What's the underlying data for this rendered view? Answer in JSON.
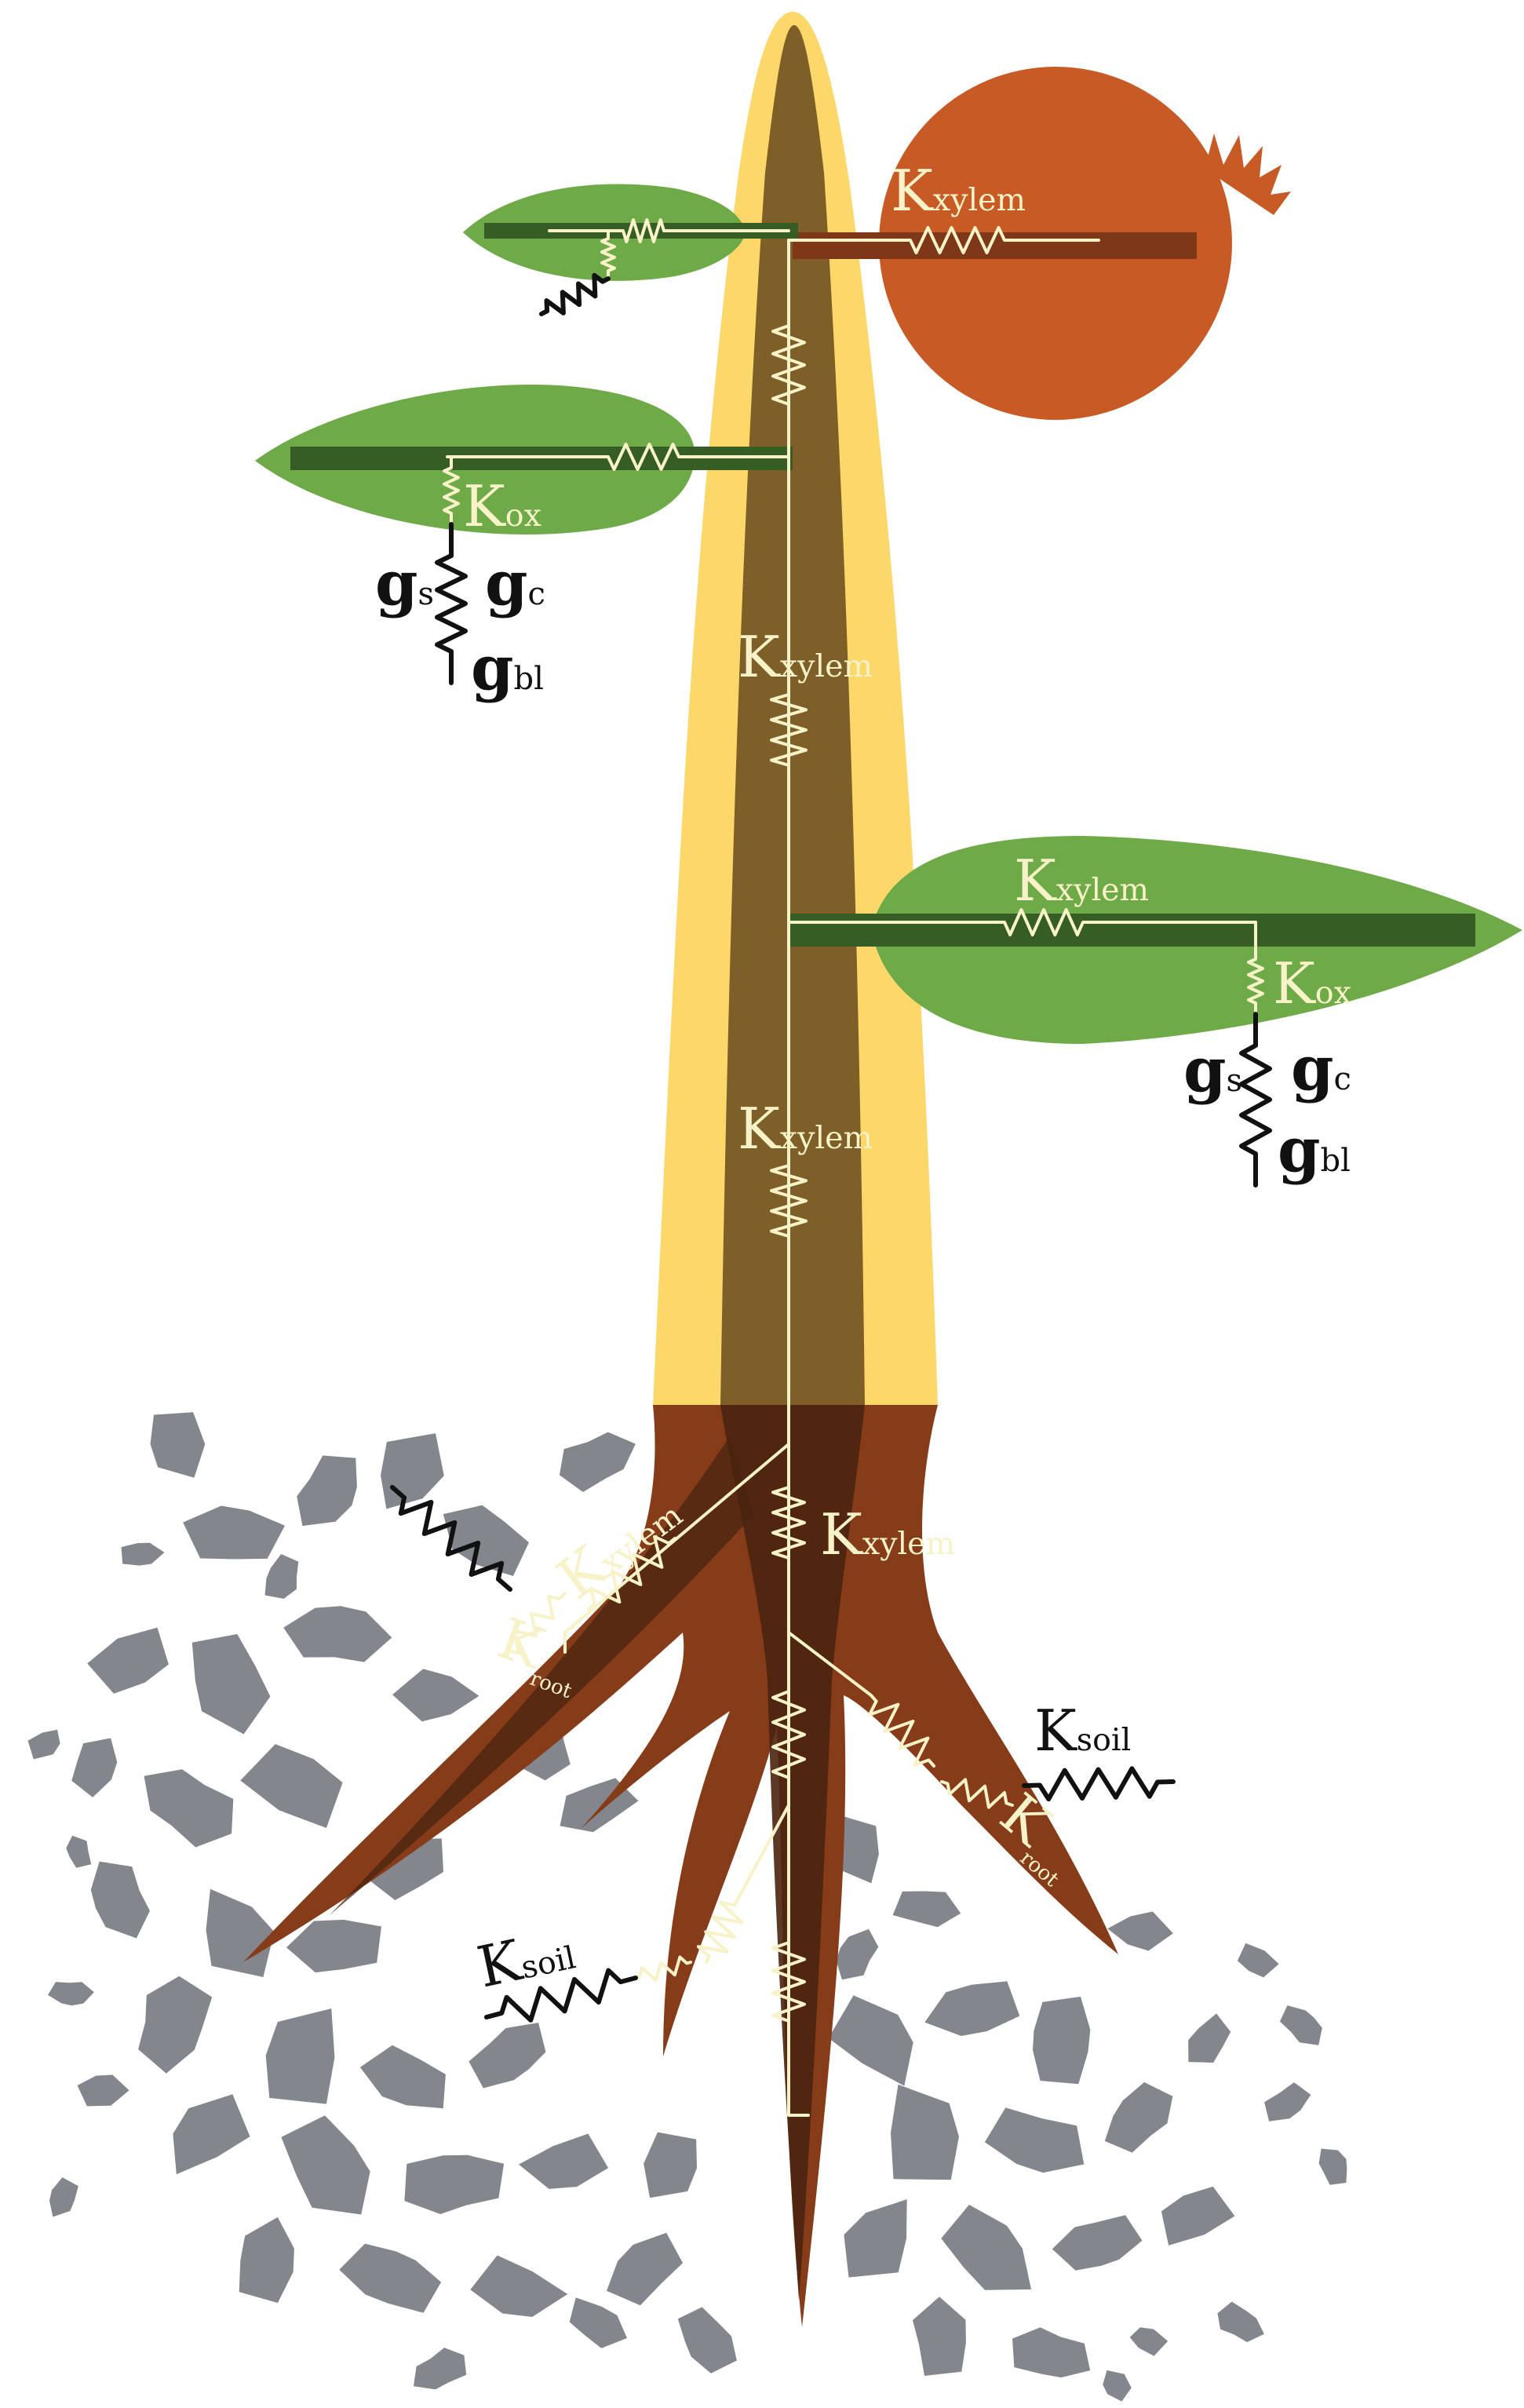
{
  "colors": {
    "bark": "#fcd86a",
    "stem": "#7d5f27",
    "stem_core": "#5c3f16",
    "root": "#873c19",
    "root_core": "#4a2410",
    "leaf": "#6faa48",
    "leaf_vein": "#355d24",
    "fruit": "#c85b25",
    "fruit_vein": "#7e3717",
    "rock": "#83878d",
    "path": "#f7f2c8",
    "ink": "#111111"
  },
  "labels": {
    "k": "K",
    "g": "g",
    "xylem": "xylem",
    "ox": "ox",
    "root": "root",
    "soil": "soil",
    "s": "s",
    "c": "c",
    "bl": "bl"
  },
  "components": [
    {
      "id": "fruit-xylem",
      "symbol": "K",
      "sub": "xylem"
    },
    {
      "id": "stem-upper-xylem",
      "symbol": "K",
      "sub": "xylem"
    },
    {
      "id": "upper-leaf-ox",
      "symbol": "K",
      "sub": "ox"
    },
    {
      "id": "upper-leaf-gs",
      "symbol": "g",
      "sub": "s"
    },
    {
      "id": "upper-leaf-gc",
      "symbol": "g",
      "sub": "c"
    },
    {
      "id": "upper-leaf-gbl",
      "symbol": "g",
      "sub": "bl"
    },
    {
      "id": "right-leaf-xylem",
      "symbol": "K",
      "sub": "xylem"
    },
    {
      "id": "right-leaf-ox",
      "symbol": "K",
      "sub": "ox"
    },
    {
      "id": "right-leaf-gs",
      "symbol": "g",
      "sub": "s"
    },
    {
      "id": "right-leaf-gc",
      "symbol": "g",
      "sub": "c"
    },
    {
      "id": "right-leaf-gbl",
      "symbol": "g",
      "sub": "bl"
    },
    {
      "id": "stem-lower-xylem",
      "symbol": "K",
      "sub": "xylem"
    },
    {
      "id": "left-root-xylem",
      "symbol": "K",
      "sub": "xylem"
    },
    {
      "id": "left-root-root",
      "symbol": "K",
      "sub": "root"
    },
    {
      "id": "main-root-xylem",
      "symbol": "K",
      "sub": "xylem"
    },
    {
      "id": "right-root-soil",
      "symbol": "K",
      "sub": "soil"
    },
    {
      "id": "right-root-root",
      "symbol": "K",
      "sub": "root"
    },
    {
      "id": "lower-root-soil",
      "symbol": "K",
      "sub": "soil"
    }
  ]
}
